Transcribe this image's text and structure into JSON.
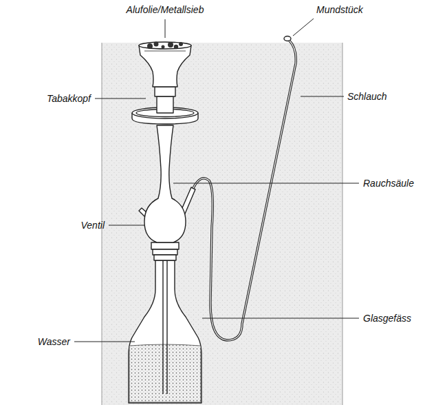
{
  "diagram": {
    "labels": [
      "Alufolie/Metallsieb",
      "Mundstück",
      "Tabakkopf",
      "Schlauch",
      "Rauchsäule",
      "Ventil",
      "Glasgefäss",
      "Wasser"
    ]
  }
}
